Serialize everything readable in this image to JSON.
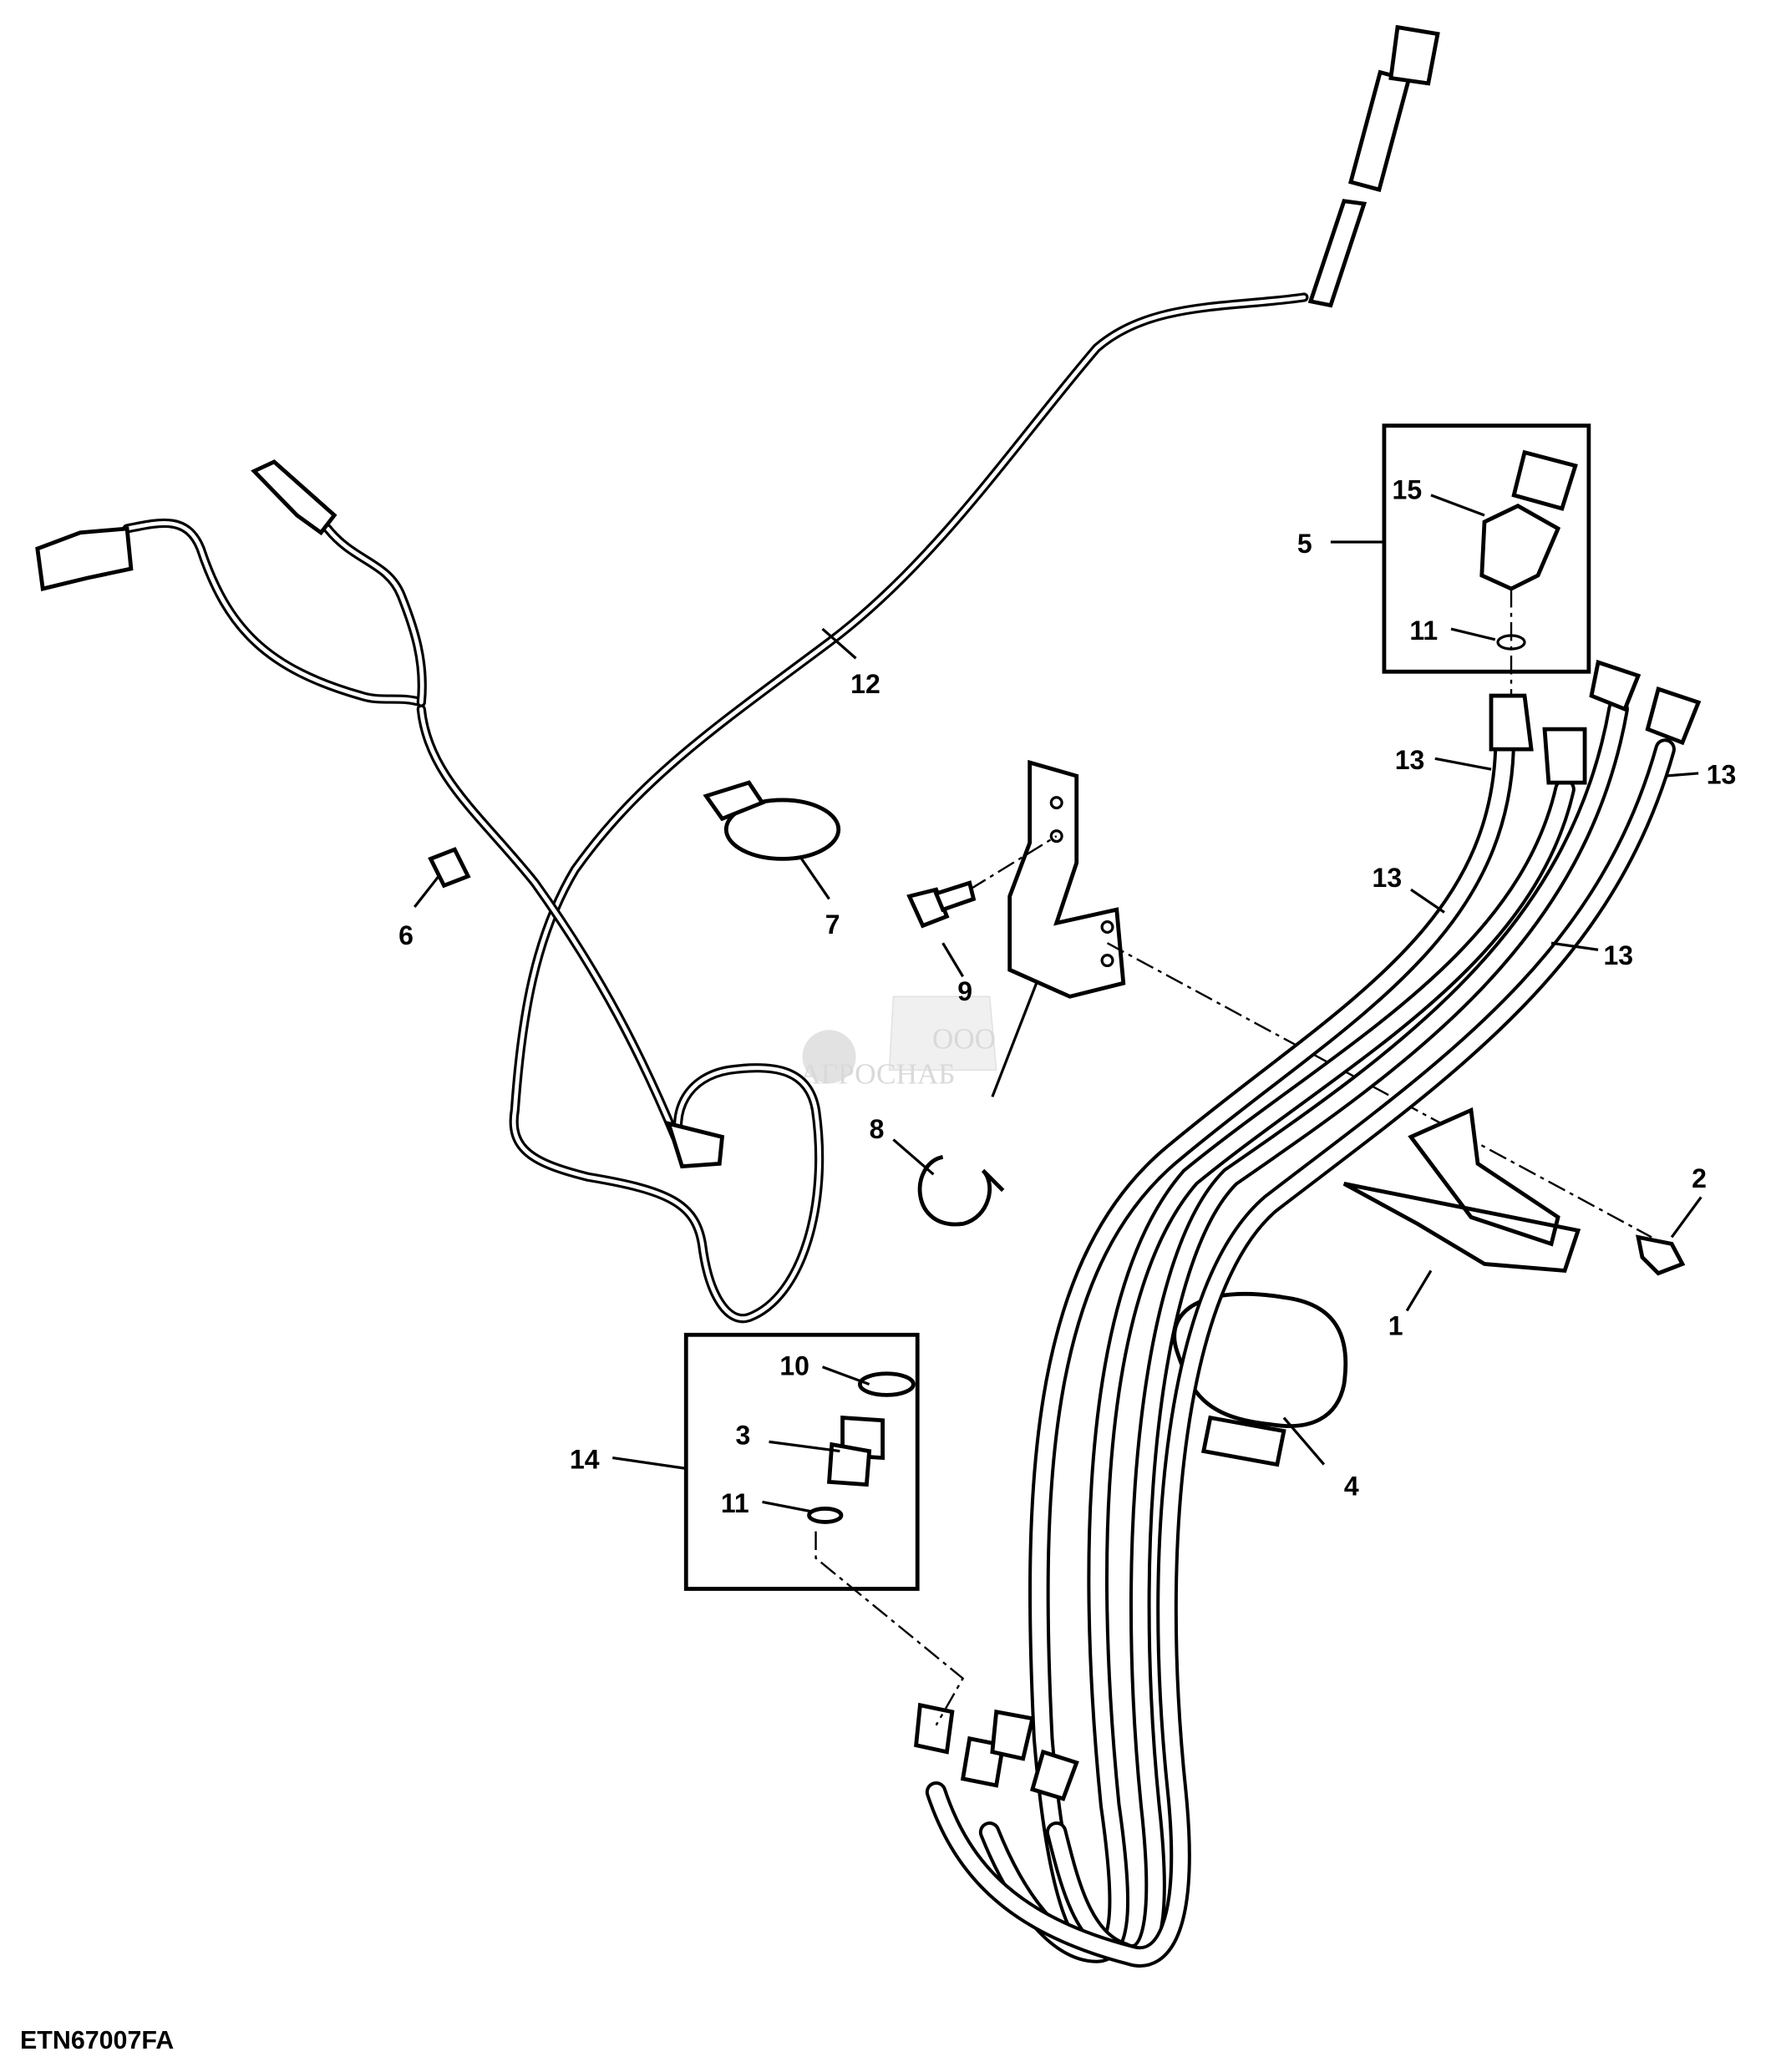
{
  "figure_id": "ETN67007FA",
  "watermark": {
    "small": "ООО",
    "brand": "АГРОСНАБ"
  },
  "callouts": [
    {
      "id": "c1",
      "text": "1"
    },
    {
      "id": "c2",
      "text": "2"
    },
    {
      "id": "c3",
      "text": "3"
    },
    {
      "id": "c4",
      "text": "4"
    },
    {
      "id": "c5",
      "text": "5"
    },
    {
      "id": "c6",
      "text": "6"
    },
    {
      "id": "c7",
      "text": "7"
    },
    {
      "id": "c8",
      "text": "8"
    },
    {
      "id": "c9",
      "text": "9"
    },
    {
      "id": "c10",
      "text": "10"
    },
    {
      "id": "c11a",
      "text": "11"
    },
    {
      "id": "c11b",
      "text": "11"
    },
    {
      "id": "c12",
      "text": "12"
    },
    {
      "id": "c13a",
      "text": "13"
    },
    {
      "id": "c13b",
      "text": "13"
    },
    {
      "id": "c13c",
      "text": "13"
    },
    {
      "id": "c13d",
      "text": "13"
    },
    {
      "id": "c14",
      "text": "14"
    },
    {
      "id": "c15",
      "text": "15"
    }
  ]
}
